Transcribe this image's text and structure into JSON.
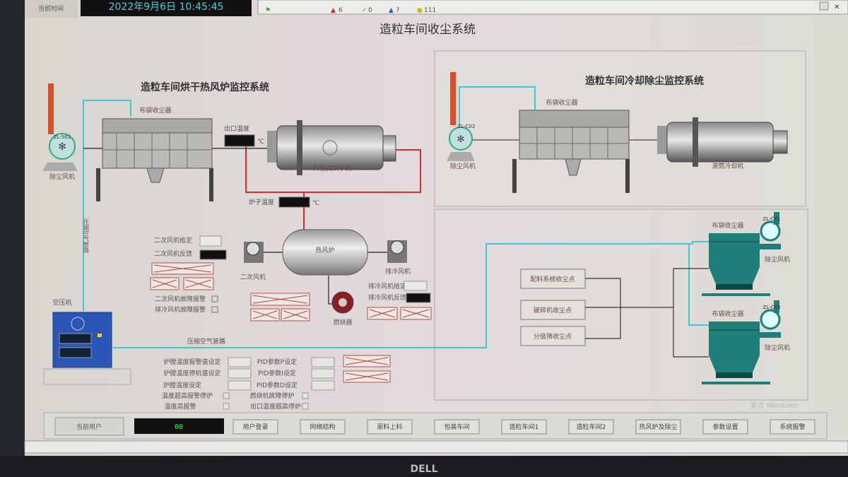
{
  "header": {
    "left_label": "当前时间",
    "datetime": "2022年9月6日 10:45:45",
    "alarm_counts": {
      "red": "6",
      "green": "0",
      "blue": "7",
      "yellow": "111"
    }
  },
  "page_title": "造粒车间收尘系统",
  "dryer_section": {
    "title": "造粒车间烘干热风炉监控系统",
    "fan_tag": "ZL-S01",
    "fan_label": "除尘风机",
    "bag_filter_label": "布袋收尘器",
    "outlet_temp_label": "出口温度",
    "outlet_temp_unit": "℃",
    "dryer_label": "列管式烘干机",
    "furnace_temp_label": "炉子温度",
    "furnace_temp_unit": "℃",
    "air_pipe_label": "压缩空气管路",
    "compressor_label": "空压机",
    "furnace_label": "热风炉",
    "secondary_fan_label": "二次风机",
    "exhaust_fan_label": "排冷风机",
    "burner_label": "燃烧器",
    "controls": {
      "secondary_fan_setpoint": "二次风机给定",
      "secondary_fan_feedback": "二次风机反馈",
      "secondary_fan_fault_alarm": "二次风机故障报警",
      "exhaust_fan_fault_alarm": "排冷风机故障报警",
      "exhaust_fan_setpoint": "排冷风机给定",
      "exhaust_fan_feedback": "排冷风机反馈"
    },
    "params": {
      "alarm_setpoint": "炉膛温度报警值设定",
      "stop_setpoint": "炉膛温度停机值设定",
      "temp_setpoint": "炉膛温度设定",
      "pid_p": "PID参数P设定",
      "pid_i": "PID参数I设定",
      "pid_d": "PID参数D设定",
      "overtemp_stop": "温度超高报警停炉",
      "high_temp_alarm": "温度高报警",
      "burner_fault_stop": "燃烧机故障停炉",
      "outlet_overtemp_stop": "出口温度超高停炉"
    }
  },
  "cooling_section": {
    "title": "造粒车间冷却除尘监控系统",
    "fan_tag": "ZL-C02",
    "fan_label": "除尘风机",
    "bag_filter_label": "布袋收尘器",
    "cooler_label": "滚筒冷却机"
  },
  "dust_points": {
    "points": [
      "配料系统收尘点",
      "破碎机收尘点",
      "分级筛收尘点"
    ],
    "filters": [
      {
        "label": "布袋收尘器",
        "fan_tag": "ZL-C01",
        "fan_label": "除尘风机"
      },
      {
        "label": "布袋收尘器",
        "fan_tag": "ZL-C03",
        "fan_label": "除尘风机"
      }
    ]
  },
  "footer": {
    "user_label": "当前用户",
    "user_value": "00",
    "buttons": [
      "用户登录",
      "网络结构",
      "原料上料",
      "包装车间",
      "造粒车间1",
      "造粒车间2",
      "热风炉及除尘",
      "参数设置",
      "系统报警"
    ]
  },
  "watermark": "激活 Windows",
  "monitor_brand": "DELL",
  "colors": {
    "hot_line": "#e02a2a",
    "air_line": "#3cc8d8",
    "teal_equipment": "#1f7f78",
    "compressor": "#2a56b8"
  }
}
